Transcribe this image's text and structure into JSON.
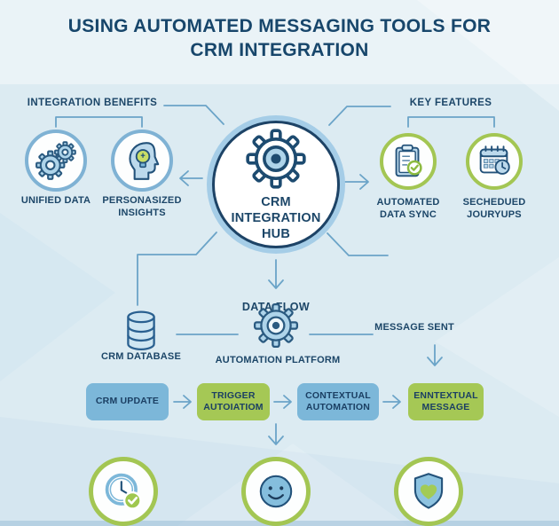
{
  "title": "USING AUTOMATED MESSAGING TOOLS FOR CRM INTEGRATION",
  "colors": {
    "background": "#dcebf2",
    "title_navy": "#17466b",
    "label_navy": "#1c4668",
    "line_blue": "#6ba4c8",
    "circle_blue_ring": "#7fb2d4",
    "circle_green_ring": "#a3c653",
    "hub_ring_light": "#a5cde7",
    "hub_border": "#1d4366",
    "box_blue": "#7cb7d9",
    "box_green": "#a5c855",
    "icon_fill_blue": "#aed4ea",
    "icon_green": "#9fc74f"
  },
  "benefits": {
    "heading": "INTEGRATION BENEFITS",
    "items": [
      {
        "label": "UNIFIED DATA",
        "icon": "gears-icon"
      },
      {
        "label": "PERSONASIZED INSIGHTS",
        "icon": "head-lightbulb-icon"
      }
    ]
  },
  "hub": {
    "label": "CRM INTEGRATION HUB",
    "icon": "gear-icon"
  },
  "features": {
    "heading": "KEY FEATURES",
    "items": [
      {
        "label": "AUTOMATED DATA SYNC",
        "icon": "clipboard-check-icon"
      },
      {
        "label": "SECHEDUED JOURYUPS",
        "icon": "calendar-clock-icon"
      }
    ]
  },
  "data_flow": {
    "heading": "DATA FLOW",
    "database_label": "CRM DATABASE",
    "platform_label": "AUTOMATION PLATFORM",
    "message_label": "MESSAGE SENT"
  },
  "pipeline": {
    "steps": [
      {
        "label": "CRM UPDATE",
        "style": "blue"
      },
      {
        "label": "TRIGGER AUTOIATIOM",
        "style": "green"
      },
      {
        "label": "CONTEXTUAL AUTOMATION",
        "style": "blue"
      },
      {
        "label": "ENNTEXTUAL MESSAGE",
        "style": "green"
      }
    ]
  },
  "outcomes": {
    "icons": [
      "clock-check-icon",
      "smiley-icon",
      "shield-heart-icon"
    ]
  }
}
